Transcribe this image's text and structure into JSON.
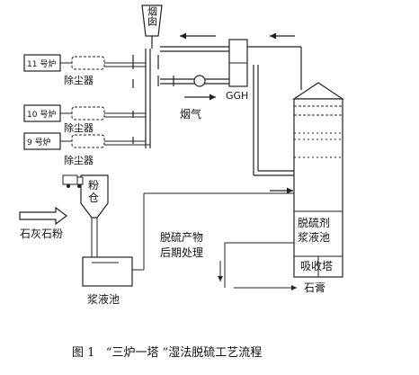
{
  "diagram": {
    "labels": {
      "chimney": "烟囱",
      "boiler_11": "11 号炉",
      "boiler_10": "10 号炉",
      "boiler_9": "9 号炉",
      "dust_collector": "除尘器",
      "ggh": "GGH",
      "flue_gas": "烟气",
      "slurry_tank_in_tower": "脱硫剂\n浆液池",
      "absorption_tower": "吸收塔",
      "powder_silo": "粉\n仓",
      "limestone_powder": "石灰石粉",
      "byproduct_treatment": "脱硫产物\n后期处理",
      "slurry_tank": "浆液池",
      "gypsum": "石膏"
    }
  },
  "caption": "图 1   “三炉一塔 ”湿法脱硫工艺流程"
}
